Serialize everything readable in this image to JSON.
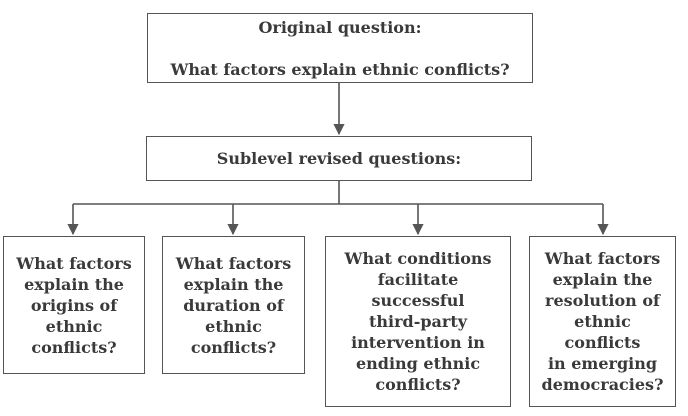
{
  "original": {
    "line1": "Original question:",
    "line2": "What factors explain ethnic conflicts?"
  },
  "sublevel": {
    "label": "Sublevel revised questions:"
  },
  "questions": [
    "What factors\nexplain the\norigins of\nethnic\nconflicts?",
    "What factors\nexplain the\nduration of\nethnic\nconflicts?",
    "What conditions\nfacilitate\nsuccessful\nthird-party\nintervention in\nending ethnic\nconflicts?",
    "What factors\nexplain the\nresolution of\nethnic\nconflicts\nin emerging\ndemocracies?"
  ],
  "colors": {
    "line": "#555555",
    "text": "#3a3a3a"
  }
}
